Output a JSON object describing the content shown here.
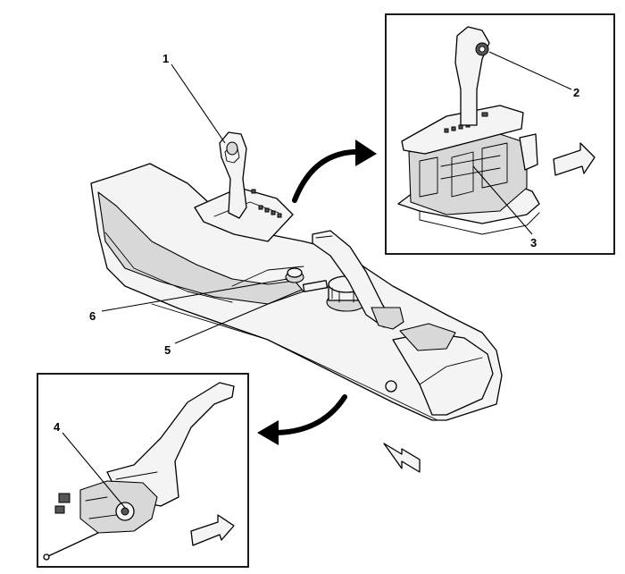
{
  "callouts": {
    "c1": "1",
    "c2": "2",
    "c3": "3",
    "c4": "4",
    "c5": "5",
    "c6": "6"
  },
  "colors": {
    "line": "#000000",
    "fill": "#f4f4f4",
    "shade": "#d8d8d8",
    "background": "#ffffff"
  }
}
